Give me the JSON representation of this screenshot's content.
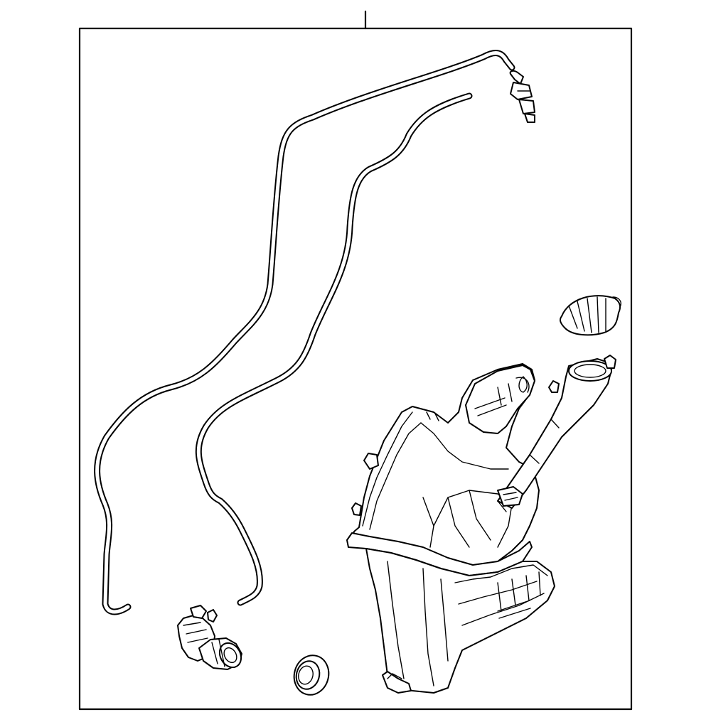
{
  "diagram": {
    "labels": [],
    "components": [
      "frame",
      "leader-line",
      "upper-washer-hose",
      "lower-washer-hose",
      "hose-connector",
      "reservoir-cap",
      "washer-reservoir",
      "filler-neck",
      "washer-pump",
      "grommet"
    ],
    "colors": {
      "line": "#000000",
      "background": "#ffffff"
    }
  }
}
